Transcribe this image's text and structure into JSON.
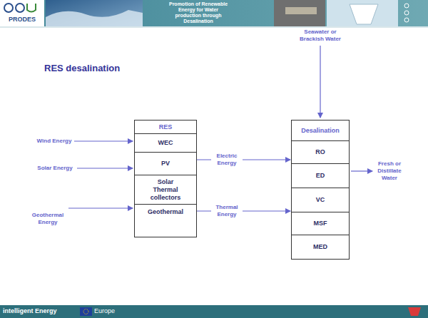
{
  "diagram": {
    "title": "RES desalination",
    "nodes": [
      {
        "text": [
          "RES"
        ]
      },
      {
        "text": [
          "WEC"
        ],
        "in": 0
      },
      {
        "text": [
          "PV"
        ],
        "in": 0
      },
      {
        "text": [
          "Solar Thermal collectors"
        ],
        "in": 0
      },
      {
        "text": [
          "Geothermal"
        ],
        "in": 0
      },
      {
        "text": [
          "Desalination"
        ]
      },
      {
        "text": [
          "RO"
        ],
        "in": 5
      },
      {
        "text": [
          "ED"
        ],
        "in": 5
      },
      {
        "text": [
          "VC"
        ],
        "in": 5
      },
      {
        "text": [
          "MSF"
        ],
        "in": 5
      },
      {
        "text": [
          "MED"
        ],
        "in": 5
      }
    ],
    "edges": [
      {
        "from": 0,
        "to": 5,
        "label": "Electric Energy",
        "arrow": "to"
      },
      {
        "from": 0,
        "to": 5,
        "label": "Thermal Energy",
        "arrow": "to"
      }
    ],
    "labels": [
      "PRODES",
      "Promotion of Renewable Energy for Water production through Desalination",
      "Seawater or Brackish Water",
      "Wind Energy",
      "Solar Energy",
      "Geothermal Energy",
      "Fresh or Distillate Water",
      "intelligent Energy",
      "Europe"
    ]
  }
}
